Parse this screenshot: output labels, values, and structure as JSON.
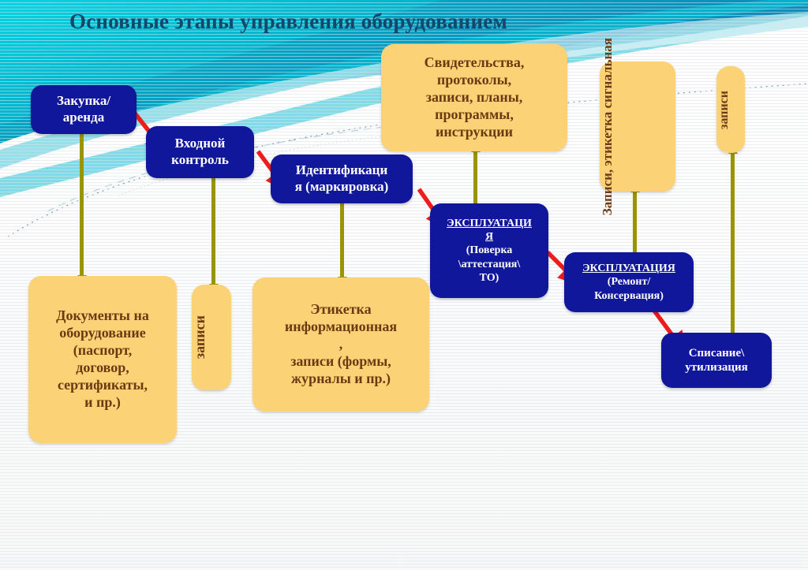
{
  "slide": {
    "title": "Основные этапы управления оборудованием",
    "title_color": "#14476b",
    "background_accent": "#00b0c8",
    "process_node_color": "#10179b",
    "record_node_color": "#fcd277",
    "record_text_color": "#6b3a12",
    "connector_color": "#9a9400",
    "arrow_color": "#ee1c1c"
  },
  "process_nodes": [
    {
      "id": "purchase",
      "label_lines": [
        "Закупка/",
        "аренда"
      ]
    },
    {
      "id": "incoming",
      "label_lines": [
        "Входной",
        "контроль"
      ]
    },
    {
      "id": "identification",
      "label_lines": [
        "Идентификаци",
        "я (маркировка)"
      ]
    },
    {
      "id": "operation1",
      "heading": "ЭКСПЛУАТАЦИ",
      "label_lines": [
        "Я",
        "(Поверка",
        "\\аттестация\\",
        "ТО)"
      ]
    },
    {
      "id": "operation2",
      "heading": "ЭКСПЛУАТАЦИЯ",
      "label_lines": [
        "(Ремонт/",
        "Консервация)"
      ]
    },
    {
      "id": "disposal",
      "label_lines": [
        "Списание\\",
        "утилизация"
      ]
    }
  ],
  "record_nodes": [
    {
      "id": "equipment-docs",
      "orientation": "horizontal",
      "label_lines": [
        "Документы на",
        "оборудование",
        "(паспорт,",
        "договор,",
        "сертификаты,",
        "и пр.)"
      ]
    },
    {
      "id": "records-incoming",
      "orientation": "vertical",
      "label": "записи"
    },
    {
      "id": "info-label",
      "orientation": "horizontal",
      "label_lines": [
        "Этикетка",
        "информационная",
        ",",
        "записи (формы,",
        "журналы и пр.)"
      ]
    },
    {
      "id": "certificates",
      "orientation": "horizontal",
      "label_lines": [
        "Свидетельства,",
        "протоколы,",
        "записи, планы,",
        "программы,",
        "инструкции"
      ]
    },
    {
      "id": "records-warning",
      "orientation": "vertical",
      "label": "Записи, этикетка сигнальная"
    },
    {
      "id": "records-disposal",
      "orientation": "vertical",
      "label": "записи"
    }
  ]
}
